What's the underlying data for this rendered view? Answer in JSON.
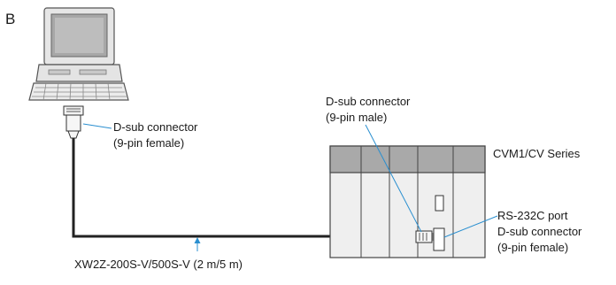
{
  "figure_letter": "B",
  "labels": {
    "pc_connector_line1": "D-sub connector",
    "pc_connector_line2": "(9-pin female)",
    "plc_connector_line1": "D-sub connector",
    "plc_connector_line2": "(9-pin male)",
    "plc_series": "CVM1/CV Series",
    "port_line1": "RS-232C port",
    "port_line2": "D-sub connector",
    "port_line3": "(9-pin female)",
    "cable_model": "XW2Z-200S-V/500S-V (2 m/5 m)"
  },
  "colors": {
    "leader": "#2a8fd0",
    "cable": "#222222",
    "plc_band": "#a9a9a9",
    "plc_body": "#efefef"
  },
  "icons": [
    "computer-icon",
    "plc-rack-icon",
    "d-sub-plug-icon"
  ]
}
